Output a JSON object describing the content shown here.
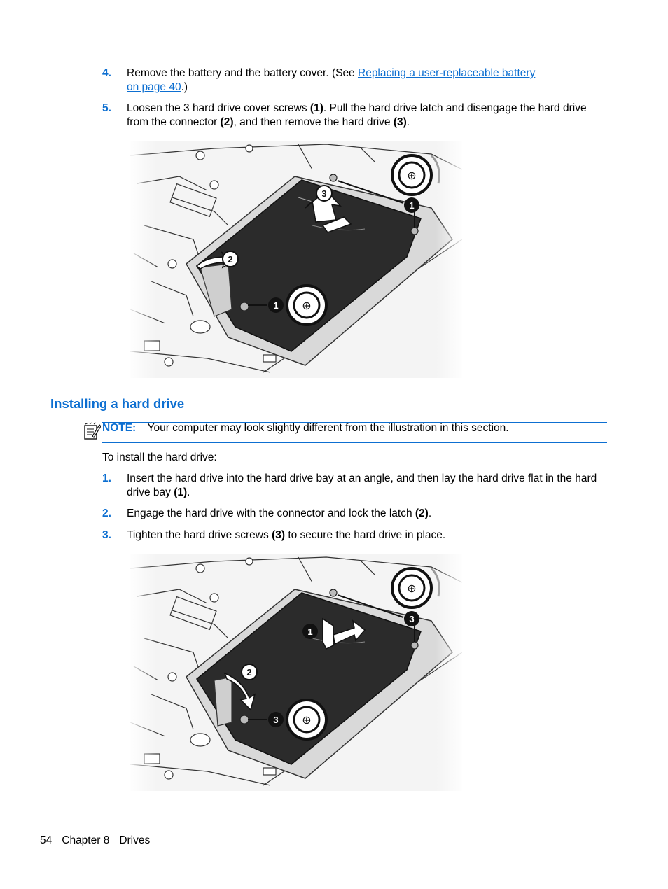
{
  "steps_top": [
    {
      "number": "4.",
      "pre": "Remove the battery and the battery cover. (See ",
      "link": "Replacing a user-replaceable battery",
      "link2": "on page 40",
      "post": ".)"
    },
    {
      "number": "5.",
      "t1": "Loosen the 3 hard drive cover screws ",
      "b1": "(1)",
      "t2": ". Pull the hard drive latch and disengage the hard drive from the connector ",
      "b2": "(2)",
      "t3": ", and then remove the hard drive ",
      "b3": "(3)",
      "t4": "."
    }
  ],
  "figure1": {
    "callouts": [
      "1",
      "2",
      "3",
      "1"
    ]
  },
  "section": {
    "heading": "Installing a hard drive",
    "note_label": "NOTE:",
    "note_text": "Your computer may look slightly different from the illustration in this section.",
    "intro": "To install the hard drive:"
  },
  "steps_bottom": [
    {
      "number": "1.",
      "t1": "Insert the hard drive into the hard drive bay at an angle, and then lay the hard drive flat in the hard drive bay ",
      "b1": "(1)",
      "t2": "."
    },
    {
      "number": "2.",
      "t1": "Engage the hard drive with the connector and lock the latch ",
      "b1": "(2)",
      "t2": "."
    },
    {
      "number": "3.",
      "t1": "Tighten the hard drive screws ",
      "b1": "(3)",
      "t2": " to secure the hard drive in place."
    }
  ],
  "figure2": {
    "callouts": [
      "3",
      "1",
      "2",
      "3"
    ]
  },
  "footer": {
    "page_number": "54",
    "chapter": "Chapter 8",
    "title": "Drives"
  },
  "colors": {
    "accent": "#0d6fd1"
  }
}
